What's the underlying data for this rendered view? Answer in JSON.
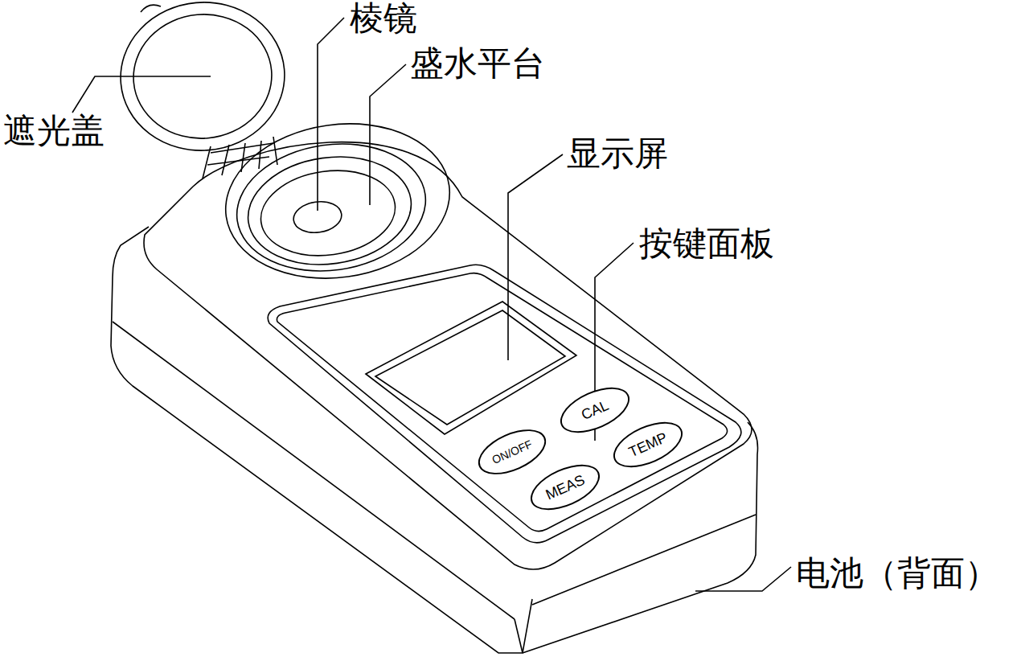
{
  "diagram": {
    "nodes": [
      {
        "text": [
          "CAL"
        ]
      },
      {
        "text": [
          "ON/OFF"
        ]
      },
      {
        "text": [
          "TEMP"
        ]
      },
      {
        "text": [
          "MEAS"
        ]
      }
    ],
    "labels": [
      "遮光盖",
      "棱镜",
      "盛水平台",
      "显示屏",
      "按键面板",
      "电池（背面）"
    ]
  }
}
